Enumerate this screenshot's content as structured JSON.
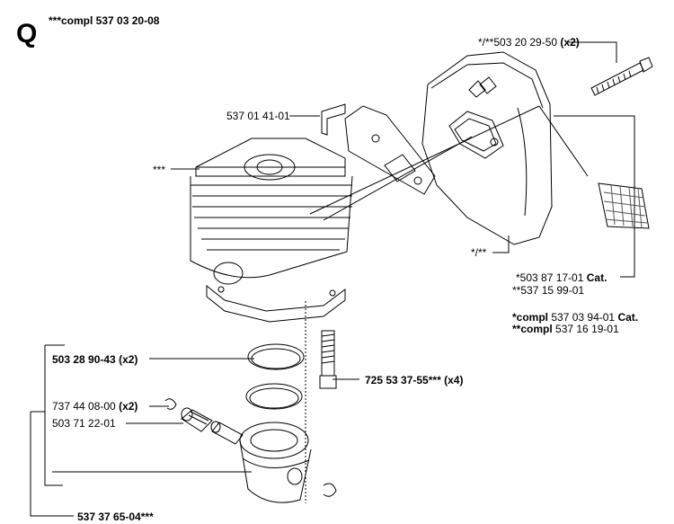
{
  "section": {
    "letter": "Q",
    "assembly": "***compl 537 03 20-08"
  },
  "parts": {
    "muffler_bolt": {
      "number": "*/**503 20 29-50",
      "qty": "(x2)"
    },
    "bracket": {
      "number": "537 01 41-01"
    },
    "cylinder": {
      "number": "***"
    },
    "muffler": {
      "number": "*/**"
    },
    "spark_screen_a": {
      "number": "*503 87 17-01",
      "suffix": "Cat."
    },
    "spark_screen_b": {
      "number": "**537 15 99-01"
    },
    "compl_a": {
      "prefix": "*compl",
      "number": "537 03 94-01",
      "suffix": "Cat."
    },
    "compl_b": {
      "prefix": "**compl",
      "number": "537 16 19-01"
    },
    "rings": {
      "number": "503 28 90-43",
      "qty": "(x2)"
    },
    "clip": {
      "number": "737 44 08-00",
      "qty": "(x2)"
    },
    "bearing": {
      "number": "503 71 22-01"
    },
    "cyl_screw": {
      "number": "725 53 37-55***",
      "qty": "(x4)"
    },
    "piston_kit": {
      "number": "537 37 65-04***"
    }
  }
}
